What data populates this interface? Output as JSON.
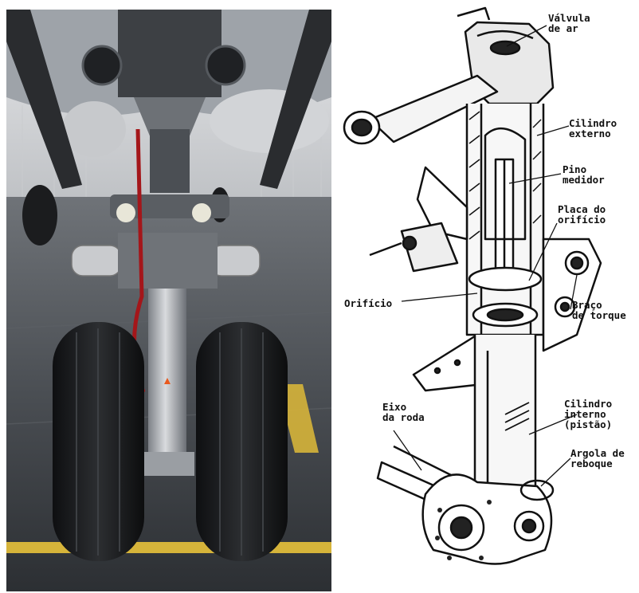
{
  "photo": {
    "description_icon": "landing-gear-photo-icon",
    "floor_stripe_color": "#d6b43a"
  },
  "drawing": {
    "description_icon": "oleo-strut-cutaway-icon",
    "labels": {
      "valvula_de_ar": [
        "Válvula",
        "de ar"
      ],
      "cilindro_externo": [
        "Cilindro",
        "externo"
      ],
      "pino_medidor": [
        "Pino",
        "medidor"
      ],
      "placa_do_orificio": [
        "Placa do",
        "orifício"
      ],
      "orificio": [
        "Orifício"
      ],
      "braco_de_torque": [
        "Braço",
        "de torque"
      ],
      "eixo_da_roda": [
        "Eixo",
        "da roda"
      ],
      "cilindro_interno": [
        "Cilindro",
        "interno",
        "(pistão)"
      ],
      "argola_de_reboque": [
        "Argola de",
        "reboque"
      ]
    }
  }
}
